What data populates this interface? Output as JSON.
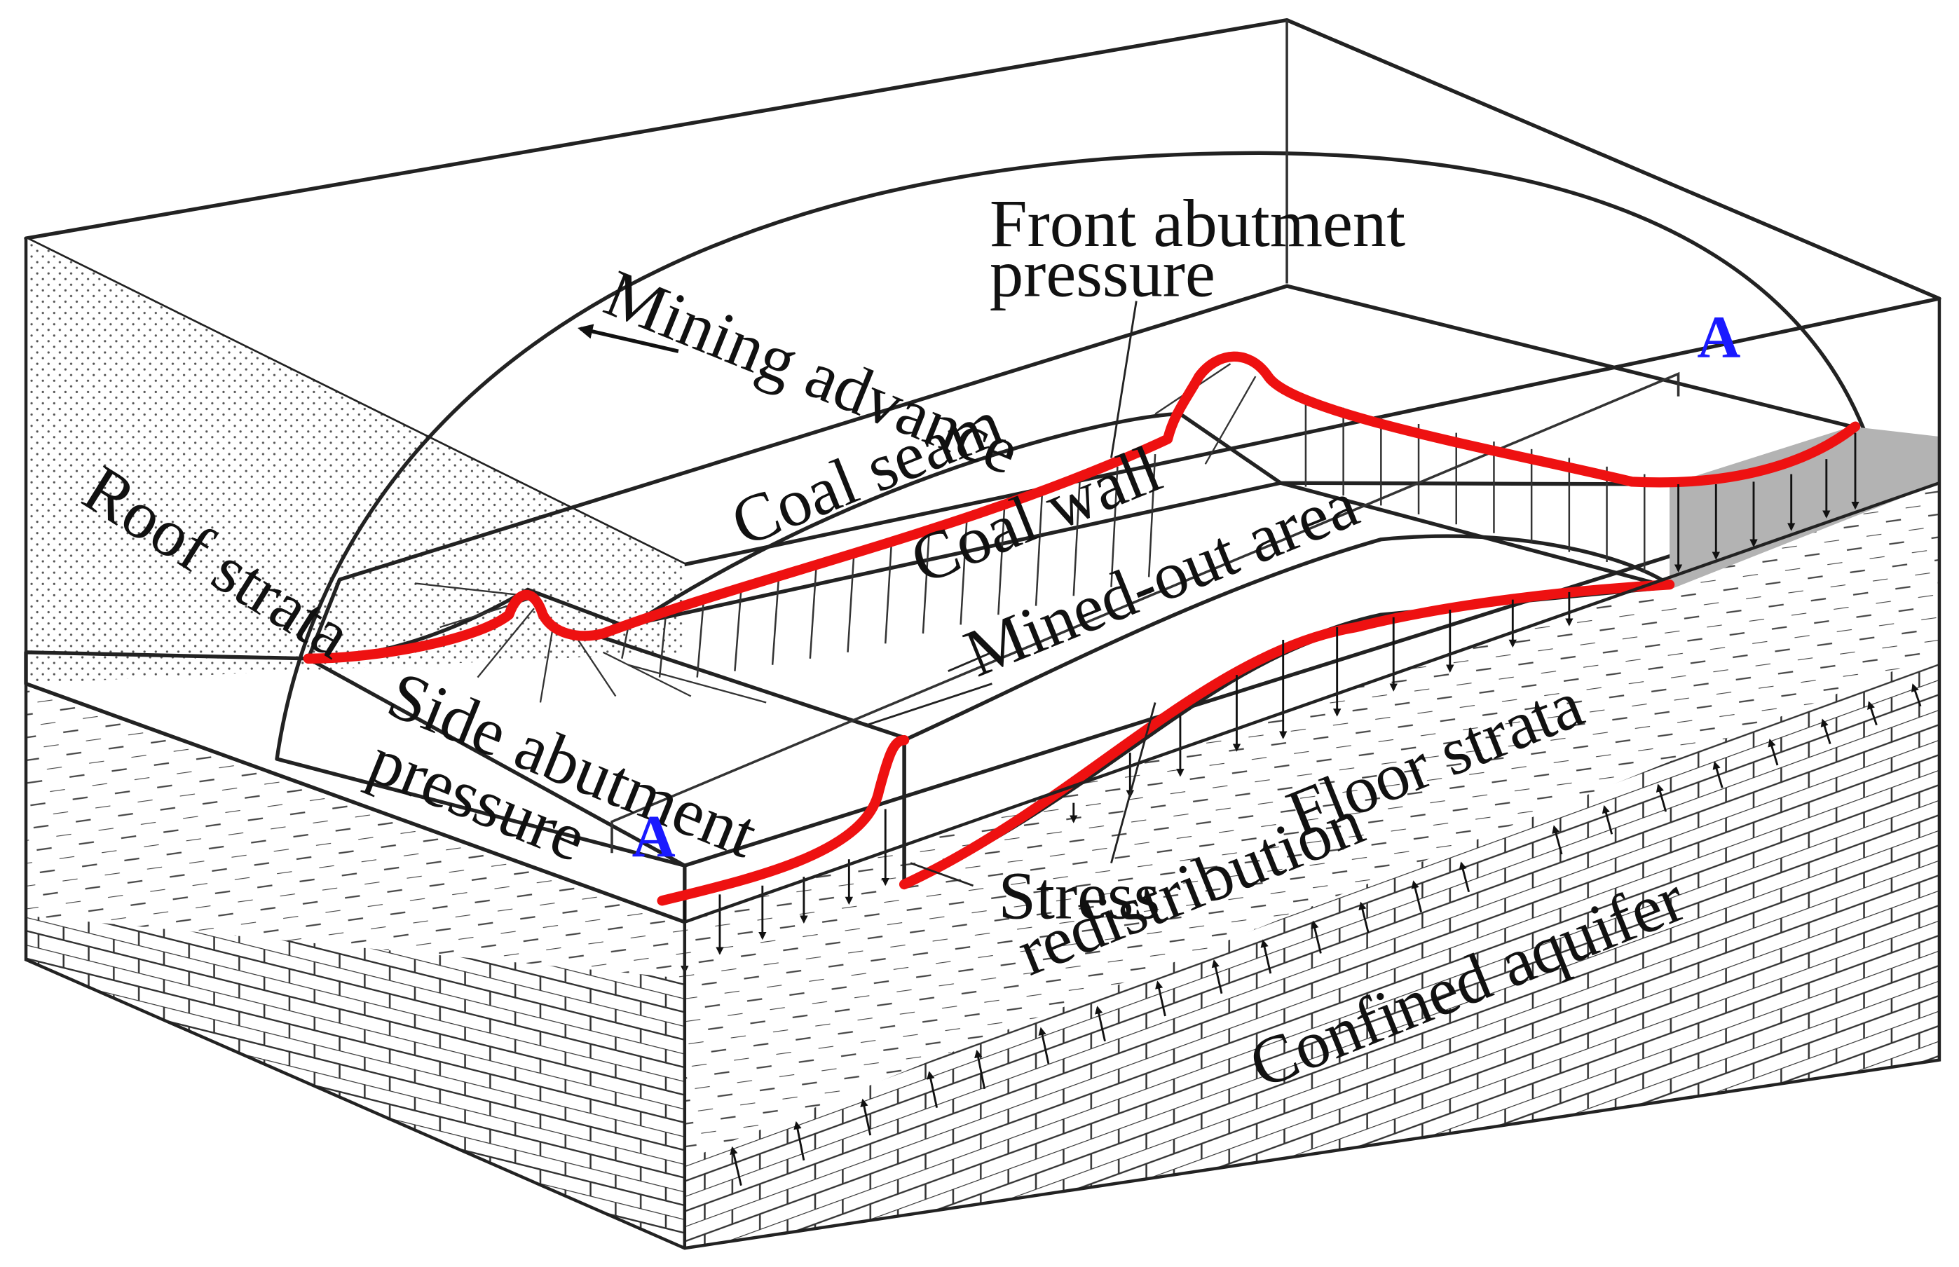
{
  "labels": {
    "roof_strata": "Roof strata",
    "mining_advance": "Mining advance",
    "front_abutment_line1": "Front abutment",
    "front_abutment_line2": "pressure",
    "coal_seam": "Coal seam",
    "coal_wall": "Coal wall",
    "mined_out_area": "Mined-out area",
    "side_abutment_line1": "Side abutment",
    "side_abutment_line2": "pressure",
    "stress_line1": "Stress",
    "stress_line2": "redistribution",
    "floor_strata": "Floor strata",
    "confined_aquifer": "Confined aquifer",
    "section_mark": "A"
  },
  "colors": {
    "stress_curve": "#ee1111",
    "coal_seam": "#b3b3b3",
    "section_mark": "#1a1aff",
    "outline": "#222222"
  }
}
